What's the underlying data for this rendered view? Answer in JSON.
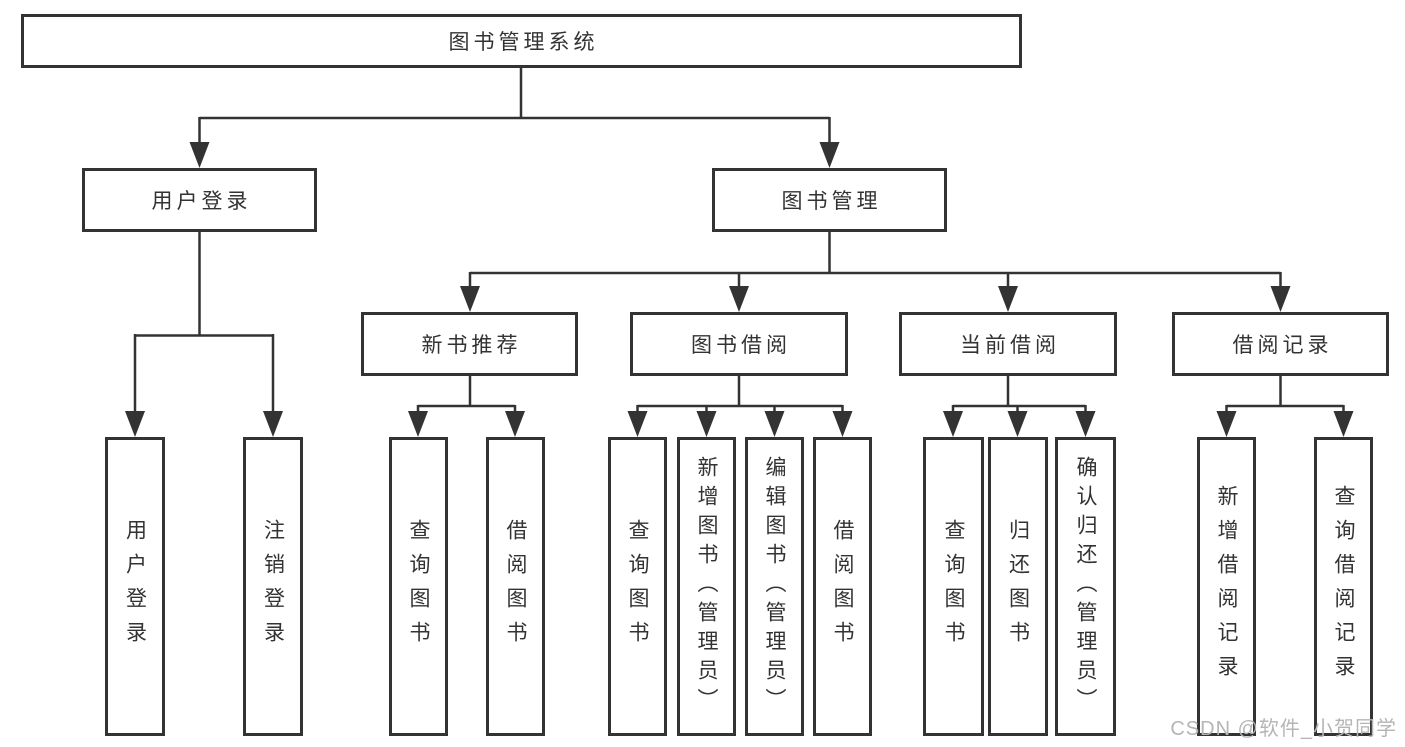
{
  "diagram_type": "hierarchy-tree",
  "colors": {
    "line": "#333333",
    "text": "#333333",
    "background": "#ffffff",
    "watermark": "#b5b5b5"
  },
  "tree": {
    "label": "图书管理系统",
    "children": [
      {
        "label": "用户登录",
        "children": [
          {
            "label": "用户登录"
          },
          {
            "label": "注销登录"
          }
        ]
      },
      {
        "label": "图书管理",
        "children": [
          {
            "label": "新书推荐",
            "children": [
              {
                "label": "查询图书"
              },
              {
                "label": "借阅图书"
              }
            ]
          },
          {
            "label": "图书借阅",
            "children": [
              {
                "label": "查询图书"
              },
              {
                "label": "新增图书（管理员）"
              },
              {
                "label": "编辑图书（管理员）"
              },
              {
                "label": "借阅图书"
              }
            ]
          },
          {
            "label": "当前借阅",
            "children": [
              {
                "label": "查询图书"
              },
              {
                "label": "归还图书"
              },
              {
                "label": "确认归还（管理员）"
              }
            ]
          },
          {
            "label": "借阅记录",
            "children": [
              {
                "label": "新增借阅记录"
              },
              {
                "label": "查询借阅记录"
              }
            ]
          }
        ]
      }
    ]
  },
  "watermark": {
    "text": "CSDN @软件_小贺同学"
  }
}
